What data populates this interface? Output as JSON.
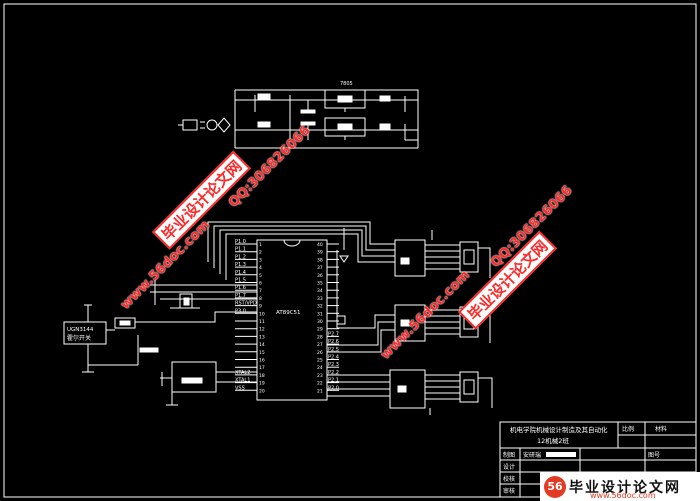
{
  "title_block": {
    "project_title": "机电学院机械设计制造及其自动化",
    "project_subtitle": "12机械2班",
    "col_scale": "比例",
    "col_material": "材料",
    "row_drawn": "制图",
    "drawn_name": "安研瑞",
    "row_design": "设计",
    "row_check": "校核",
    "row_review": "审核",
    "sheet_label": "图号"
  },
  "chip": {
    "name": "AT89C51",
    "left_pins": [
      "P1.0",
      "P1.1",
      "P1.2",
      "P1.3",
      "P1.4",
      "P1.5",
      "P1.6",
      "P1.7",
      "RST/VPD",
      "P3.0",
      "",
      "",
      "",
      "",
      "",
      "",
      "",
      "XTAL2",
      "XTAL1",
      "VSS"
    ],
    "right_pins": [
      "",
      "",
      "",
      "",
      "",
      "",
      "",
      "",
      "",
      "",
      "",
      "",
      "",
      "P2.7",
      "P2.6",
      "P2.5",
      "P2.4",
      "P2.3",
      "P2.2",
      "P2.1",
      "P2.0"
    ],
    "right_pin_numbers": [
      "40",
      "39",
      "38",
      "37",
      "36",
      "35",
      "34",
      "33",
      "32",
      "31",
      "30",
      "29",
      "28",
      "27",
      "26",
      "25",
      "24",
      "23",
      "22",
      "21"
    ]
  },
  "sensor": {
    "model": "UGN3144",
    "label": "霍尔开关"
  },
  "power": {
    "regulator": "7805"
  },
  "watermarks": {
    "site_cn": "毕业设计论文网",
    "site_url": "www.56doc.com",
    "qq": "QQ:306826066"
  },
  "footer": {
    "logo_text": "毕业设计论文网",
    "logo_url": "www.56doc.com",
    "logo_badge": "56"
  }
}
